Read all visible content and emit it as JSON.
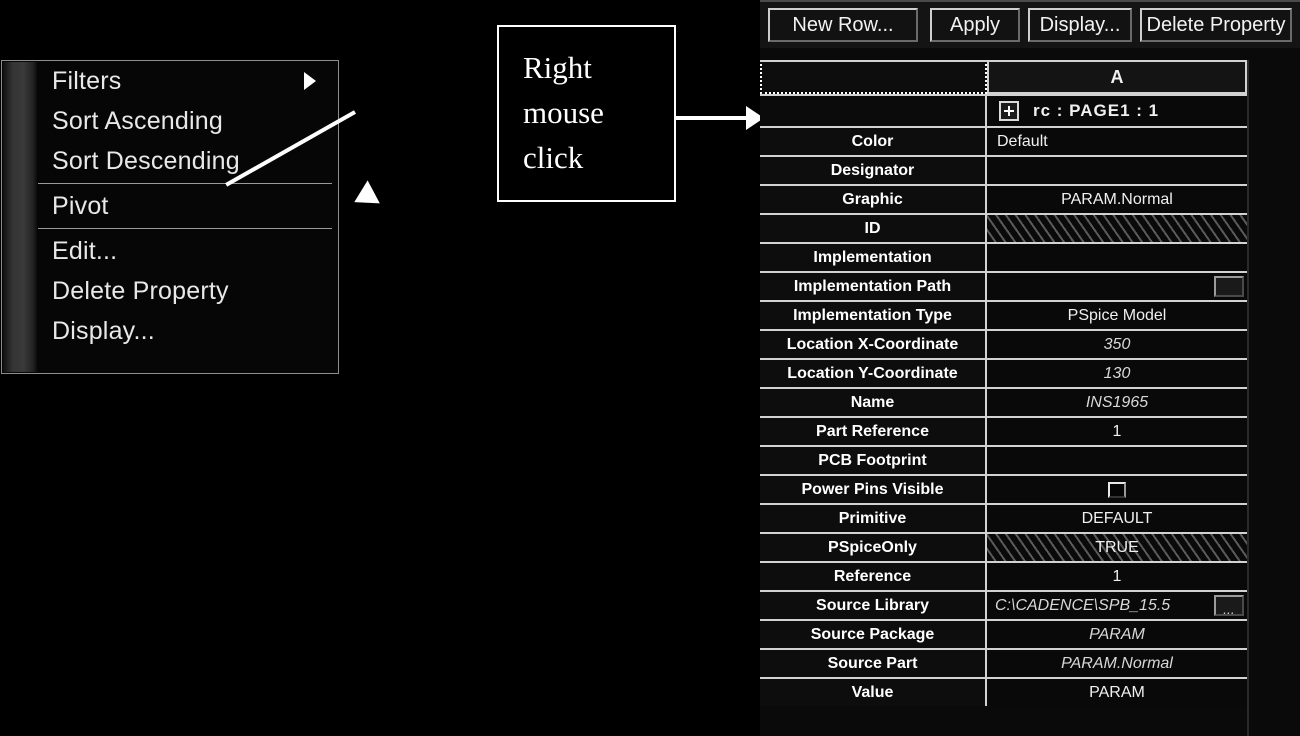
{
  "context_menu": {
    "name": "property-grid-context-menu",
    "items": [
      {
        "label": "Filters",
        "has_submenu": true
      },
      {
        "label": "Sort Ascending",
        "has_submenu": false
      },
      {
        "label": "Sort Descending",
        "has_submenu": false
      },
      {
        "separator": true
      },
      {
        "label": "Pivot",
        "has_submenu": false
      },
      {
        "separator": true
      },
      {
        "label": "Edit...",
        "has_submenu": false
      },
      {
        "label": "Delete Property",
        "has_submenu": false
      },
      {
        "label": "Display...",
        "has_submenu": false
      }
    ]
  },
  "callout": {
    "lines": [
      "Right",
      "mouse",
      "click"
    ],
    "text": "Right mouse click"
  },
  "toolbar": {
    "new_row_label": "New Row...",
    "apply_label": "Apply",
    "display_label": "Display...",
    "delete_property_label": "Delete Property"
  },
  "property_table": {
    "header": {
      "name_col": "",
      "value_col": "A"
    },
    "instance_row": {
      "label": "rc : PAGE1 : 1",
      "expand_icon": "plus-box-icon"
    },
    "rows": [
      {
        "name": "Color",
        "value": "Default",
        "style": "left"
      },
      {
        "name": "Designator",
        "value": "",
        "style": "plain"
      },
      {
        "name": "Graphic",
        "value": "PARAM.Normal",
        "style": "plain"
      },
      {
        "name": "ID",
        "value": "",
        "style": "hatched"
      },
      {
        "name": "Implementation",
        "value": "",
        "style": "plain"
      },
      {
        "name": "Implementation Path",
        "value": "",
        "style": "browse"
      },
      {
        "name": "Implementation Type",
        "value": "PSpice Model",
        "style": "plain"
      },
      {
        "name": "Location X-Coordinate",
        "value": "350",
        "style": "italic"
      },
      {
        "name": "Location Y-Coordinate",
        "value": "130",
        "style": "italic"
      },
      {
        "name": "Name",
        "value": "INS1965",
        "style": "italic"
      },
      {
        "name": "Part Reference",
        "value": "1",
        "style": "plain"
      },
      {
        "name": "PCB Footprint",
        "value": "",
        "style": "plain"
      },
      {
        "name": "Power Pins Visible",
        "value": "",
        "style": "checkbox"
      },
      {
        "name": "Primitive",
        "value": "DEFAULT",
        "style": "plain"
      },
      {
        "name": "PSpiceOnly",
        "value": "TRUE",
        "style": "hatched"
      },
      {
        "name": "Reference",
        "value": "1",
        "style": "plain"
      },
      {
        "name": "Source Library",
        "value": "C:\\CADENCE\\SPB_15.5",
        "style": "italic-browse"
      },
      {
        "name": "Source Package",
        "value": "PARAM",
        "style": "italic"
      },
      {
        "name": "Source Part",
        "value": "PARAM.Normal",
        "style": "italic"
      },
      {
        "name": "Value",
        "value": "PARAM",
        "style": "plain"
      }
    ]
  },
  "colors": {
    "background": "#000000",
    "text": "#ffffff",
    "grid_line": "#d2d2d2",
    "panel": "#0a0a0a"
  }
}
